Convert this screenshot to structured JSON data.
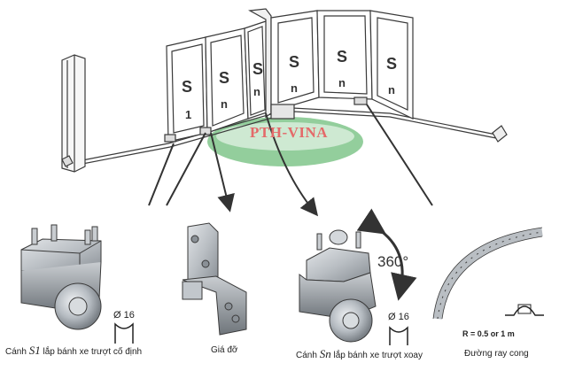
{
  "panels": [
    {
      "letter": "S",
      "sub": "1"
    },
    {
      "letter": "S",
      "sub": "n"
    },
    {
      "letter": "S",
      "sub": "n"
    },
    {
      "letter": "S",
      "sub": "n"
    },
    {
      "letter": "S",
      "sub": "n"
    },
    {
      "letter": "S",
      "sub": "n"
    }
  ],
  "watermark": "PTH-VINA",
  "rotation_label": "360°",
  "diameter_labels": [
    "Ø 16",
    "Ø 16"
  ],
  "radius_note": "R = 0.5 or 1 m",
  "captions": {
    "fixed_wheel": {
      "prefix": "Cánh ",
      "code": "S1",
      "suffix": " lắp bánh xe trượt cố định"
    },
    "bracket": "Giá đỡ",
    "swivel_wheel": {
      "prefix": "Cánh ",
      "code": "Sn",
      "suffix": " lắp bánh xe trượt xoay"
    },
    "curved_rail": "Đường ray cong"
  },
  "colors": {
    "outline": "#3a3a3a",
    "metal": "#b9bec3",
    "metal_dark": "#8a9096",
    "watermark_green": "#3aa64a",
    "watermark_red": "#e46a6a"
  }
}
